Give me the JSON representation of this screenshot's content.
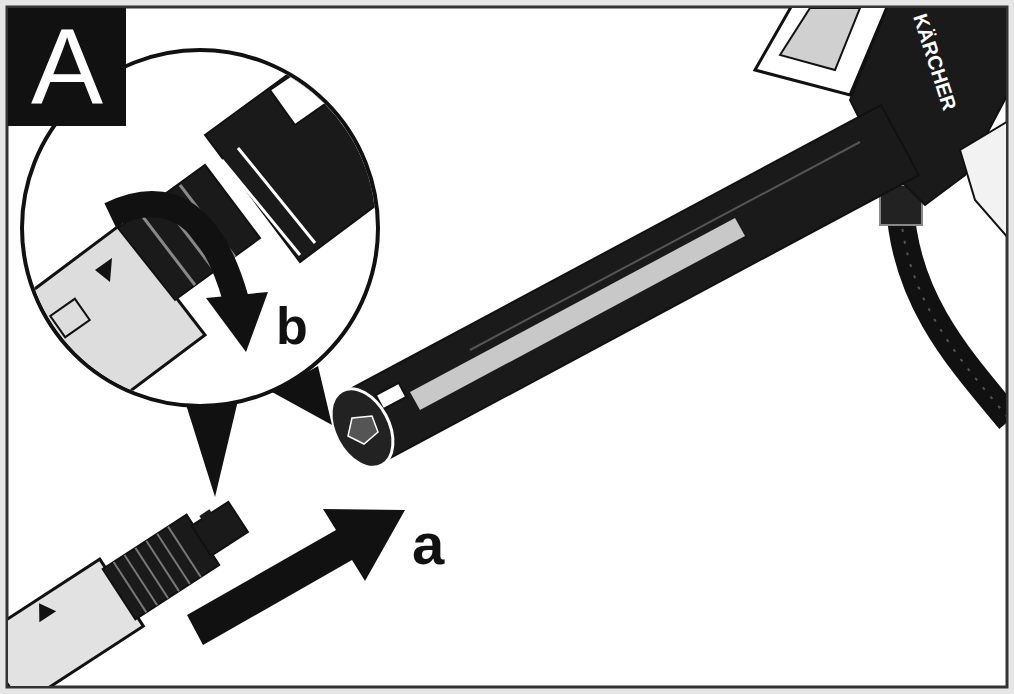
{
  "diagram": {
    "nodes": [
      {
        "text": [
          "A"
        ]
      }
    ],
    "labels": [
      "a",
      "b",
      "KÄRCHER"
    ]
  }
}
